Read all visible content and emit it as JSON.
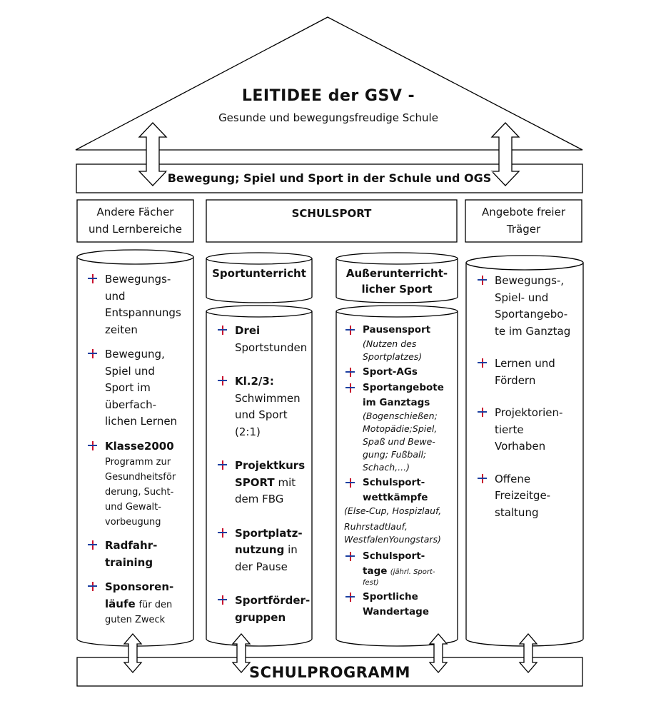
{
  "roof": {
    "title": "LEITIDEE der GSV -",
    "subtitle": "Gesunde und bewegungsfreudige Schule"
  },
  "beam": {
    "label": "Bewegung; Spiel und Sport in der Schule und OGS"
  },
  "headers": {
    "left": [
      "Andere Fächer",
      "und Lernbereiche"
    ],
    "center": "SCHULSPORT",
    "right": [
      "Angebote freier",
      "Träger"
    ]
  },
  "columns": {
    "col1": {
      "items": [
        {
          "text": [
            "Bewegungs-",
            "und",
            "Entspannungs",
            "zeiten"
          ]
        },
        {
          "text": [
            "Bewegung,",
            "Spiel und",
            "Sport im",
            "überfach-",
            "lichen Lernen"
          ]
        },
        {
          "title": "Klasse2000",
          "detail": [
            "Programm zur",
            "Gesundheitsför",
            "derung, Sucht-",
            "und Gewalt-",
            "vorbeugung"
          ]
        },
        {
          "title": [
            "Radfahr-",
            "training"
          ]
        },
        {
          "title": [
            "Sponsoren-",
            "läufe"
          ],
          "suffix": "für den",
          "detail2": "guten Zweck"
        }
      ]
    },
    "col2": {
      "header": "Sportunterricht",
      "items": [
        {
          "bold": "Drei",
          "rest": "Sportstunden"
        },
        {
          "bold": "Kl.2/3:",
          "rest_lines": [
            "Schwimmen",
            "und Sport",
            "(2:1)"
          ]
        },
        {
          "bold_lines": [
            "Projektkurs",
            "SPORT"
          ],
          "after": "mit",
          "rest": "dem FBG"
        },
        {
          "bold_lines": [
            "Sportplatz-",
            "nutzung"
          ],
          "after": "in",
          "rest": "der Pause"
        },
        {
          "bold_lines": [
            "Sportförder-",
            "gruppen"
          ]
        }
      ]
    },
    "col3": {
      "header": [
        "Außerunterricht-",
        "licher Sport"
      ],
      "items": [
        {
          "title": "Pausensport",
          "note": [
            "(Nutzen des",
            "Sportplatzes)"
          ]
        },
        {
          "title": "Sport-AGs"
        },
        {
          "title": [
            "Sportangebote",
            "im Ganztags"
          ],
          "note": [
            "(Bogenschießen;",
            "Motopädie;Spiel,",
            "Spaß und Bewe-",
            "gung; Fußball;",
            "Schach,...)"
          ]
        },
        {
          "title": [
            "Schulsport-",
            "wettkämpfe"
          ],
          "note_out": [
            "(Else-Cup, Hospizlauf,",
            "Ruhrstadtlauf,",
            "WestfalenYoungstars)"
          ]
        },
        {
          "title": [
            "Schulsport-",
            "tage"
          ],
          "tiny": [
            "(jährl. Sport-",
            "fest)"
          ]
        },
        {
          "title": [
            "Sportliche",
            "Wandertage"
          ]
        }
      ]
    },
    "col4": {
      "items": [
        {
          "text": [
            "Bewegungs-,",
            "Spiel- und",
            "Sportangebo-",
            "te im Ganztag"
          ]
        },
        {
          "text": [
            "Lernen und",
            "Fördern"
          ]
        },
        {
          "text": [
            "Projektorien-",
            "tierte",
            "Vorhaben"
          ]
        },
        {
          "text": [
            "Offene",
            "Freizeitge-",
            "staltung"
          ]
        }
      ]
    }
  },
  "foundation": {
    "label": "SCHULPROGRAMM"
  },
  "icons": {
    "bullet": "cross-bullet-icon",
    "arrow": "double-arrow-icon"
  },
  "colors": {
    "line": "#000000",
    "bullet_vertical": "#c8102e",
    "bullet_horizontal": "#1c3fa0"
  }
}
